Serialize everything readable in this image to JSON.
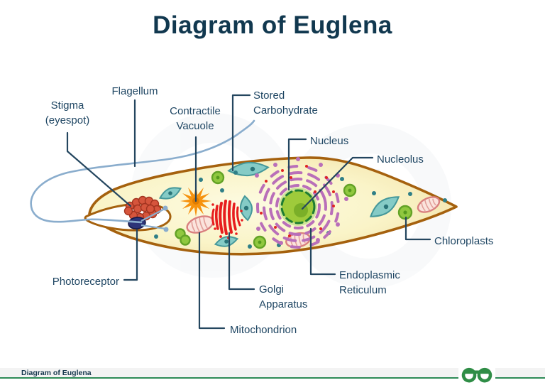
{
  "title": "Diagram of Euglena",
  "labels": {
    "stigma": {
      "line1": "Stigma",
      "line2": "(eyespot)"
    },
    "flagellum": "Flagellum",
    "contractile_vacuole": {
      "line1": "Contractile",
      "line2": "Vacuole"
    },
    "stored_carbohydrate": {
      "line1": "Stored",
      "line2": "Carbohydrate"
    },
    "nucleus": "Nucleus",
    "nucleolus": "Nucleolus",
    "chloroplasts": "Chloroplasts",
    "endoplasmic_reticulum": {
      "line1": "Endoplasmic",
      "line2": "Reticulum"
    },
    "golgi_apparatus": {
      "line1": "Golgi",
      "line2": "Apparatus"
    },
    "mitochondrion": "Mitochondrion",
    "photoreceptor": "Photoreceptor"
  },
  "footer": {
    "caption": "Diagram of Euglena",
    "logo": "geeksforgeeks-logo"
  },
  "colors": {
    "title_navy": "#11384f",
    "label_navy": "#1f4663",
    "accent_green": "#2f8d46",
    "footer_line_green": "#2e8b57",
    "membrane_brown": "#a5610e",
    "cytoplasm_yellow": "#f8f2c4",
    "flagellum_blue": "#8aadcd",
    "nucleus_green": "#9ecb3b",
    "nucleolus_green": "#7aaf28",
    "er_purple": "#b96fb9",
    "golgi_red": "#e71d1d",
    "vacuole_orange": "#f6920e",
    "stigma_red": "#d6553c",
    "photoreceptor_navy": "#2d3478",
    "mitochondrion_pink": "#d9807f",
    "organelle_teal": "#85cbc6"
  }
}
